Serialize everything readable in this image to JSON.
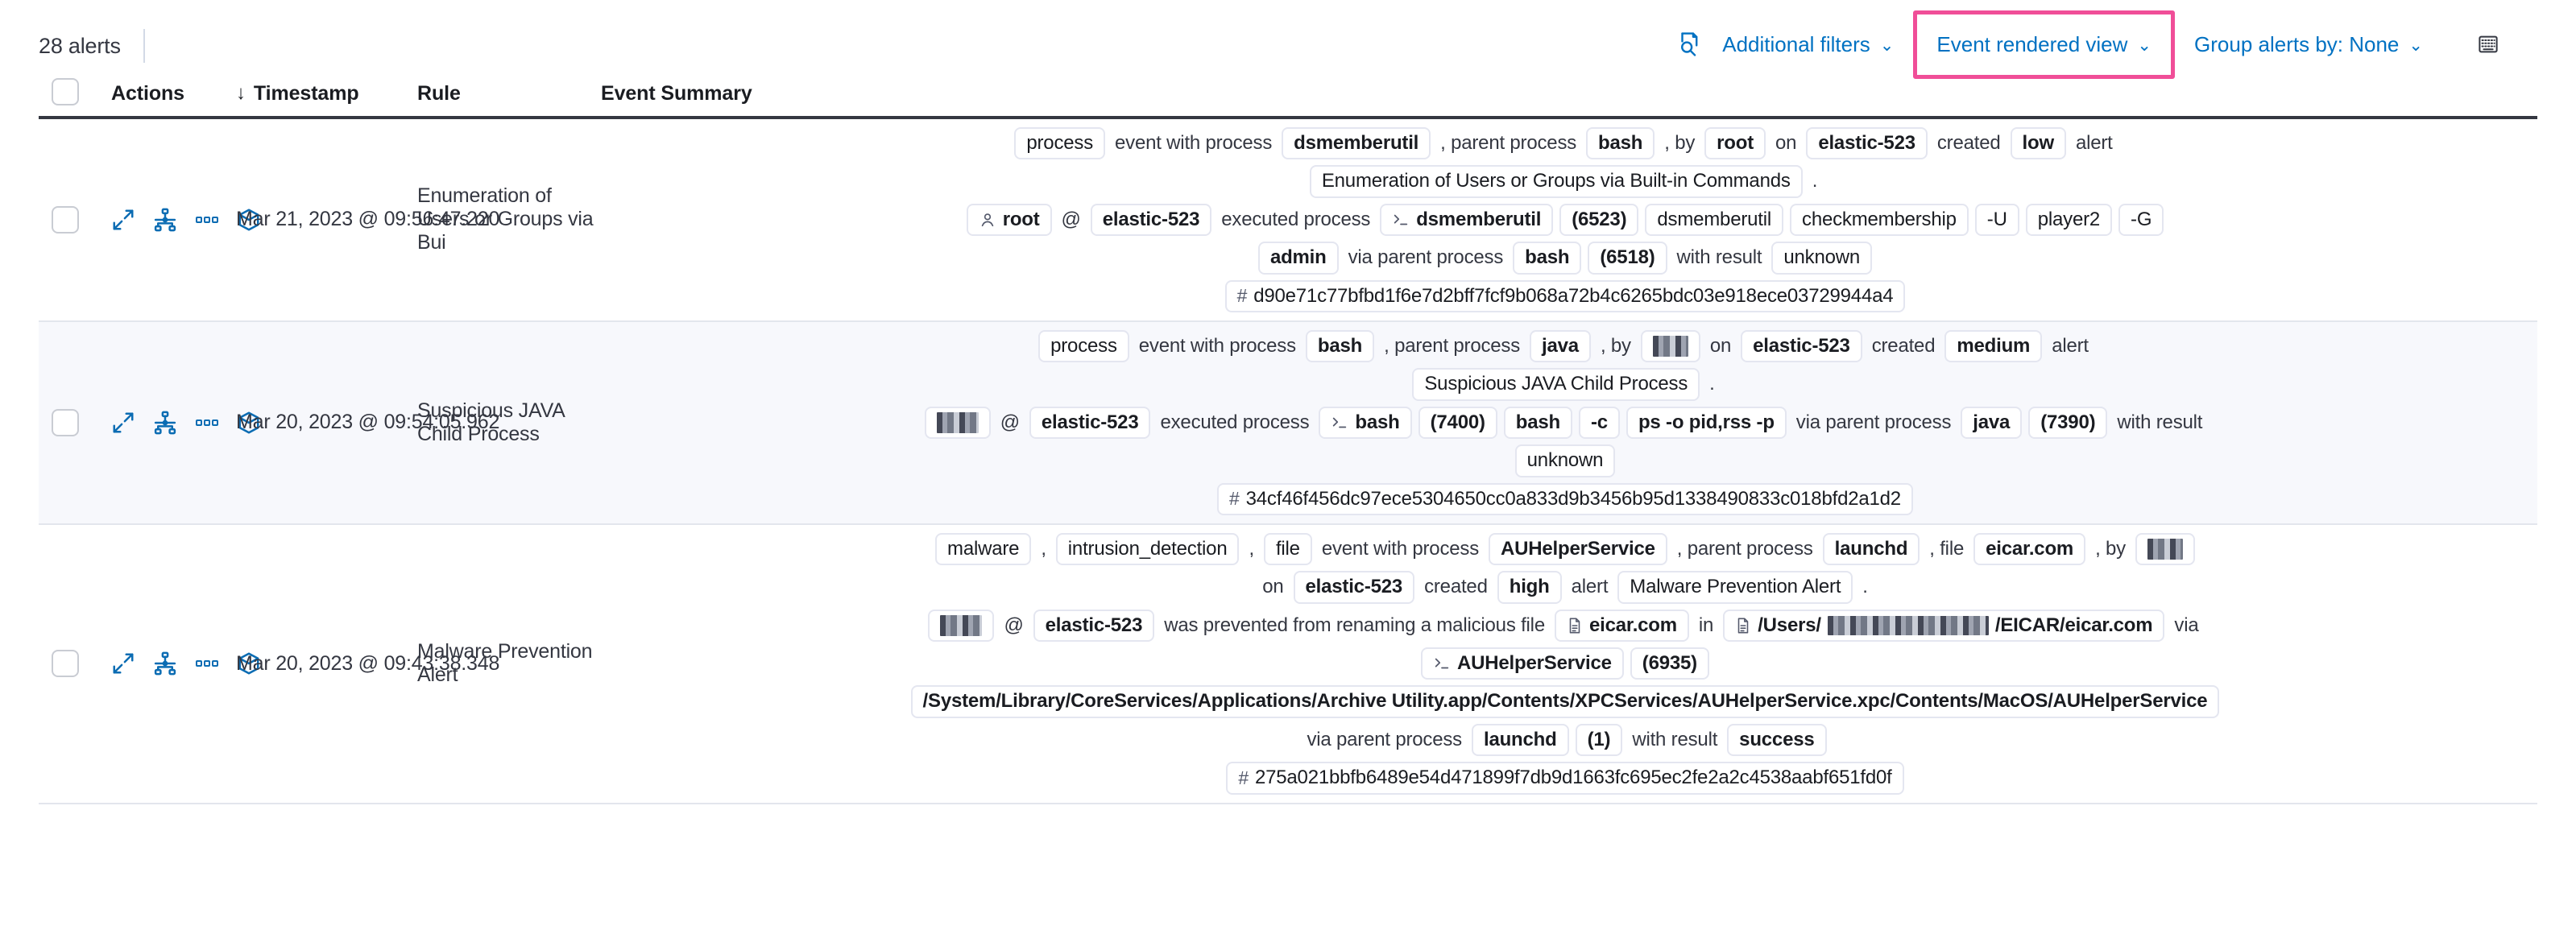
{
  "toolbar": {
    "alerts_count": "28 alerts",
    "additional_filters": "Additional filters",
    "event_rendered_view": "Event rendered view",
    "group_alerts_by": "Group alerts by: None",
    "chevron": "⌄",
    "highlight_color": "#f04e98",
    "link_color": "#0071c2",
    "icons": {
      "inspect": "inspect-icon",
      "keyboard": "keyboard-shortcuts-icon"
    }
  },
  "table": {
    "columns": {
      "select_all": "select-all-checkbox",
      "actions": "Actions",
      "timestamp": "Timestamp",
      "timestamp_sort": "↓",
      "rule": "Rule",
      "event_summary": "Event Summary"
    },
    "row_action_icons": [
      "expand-icon",
      "analyze-event-icon",
      "more-actions-icon",
      "session-view-icon"
    ],
    "rows": [
      {
        "timestamp": "Mar 21, 2023 @ 09:56:47.220",
        "rule": "Enumeration of Users or Groups via Bui",
        "severity": "low",
        "host": "elastic-523",
        "summary_lines": [
          [
            {
              "t": "pill",
              "v": "process"
            },
            {
              "t": "txt",
              "v": "event with process"
            },
            {
              "t": "pill",
              "v": "dsmemberutil",
              "bold": true
            },
            {
              "t": "txt",
              "v": ", parent process"
            },
            {
              "t": "pill",
              "v": "bash",
              "bold": true
            },
            {
              "t": "txt",
              "v": ", by"
            },
            {
              "t": "pill",
              "v": "root",
              "bold": true
            },
            {
              "t": "txt",
              "v": "on"
            },
            {
              "t": "pill",
              "v": "elastic-523",
              "bold": true
            },
            {
              "t": "txt",
              "v": "created"
            },
            {
              "t": "pill",
              "v": "low",
              "bold": true
            },
            {
              "t": "txt",
              "v": "alert"
            }
          ],
          [
            {
              "t": "pill",
              "v": "Enumeration of Users or Groups via Built-in Commands"
            },
            {
              "t": "txt",
              "v": "."
            }
          ],
          [
            {
              "t": "pill",
              "v": "root",
              "icon": "user-icon",
              "bold": true
            },
            {
              "t": "txt",
              "v": "@"
            },
            {
              "t": "pill",
              "v": "elastic-523",
              "bold": true
            },
            {
              "t": "txt",
              "v": "executed process"
            },
            {
              "t": "pill",
              "v": "dsmemberutil",
              "icon": "console-icon",
              "bold": true
            },
            {
              "t": "pill",
              "v": "(6523)",
              "bold": true
            },
            {
              "t": "pill",
              "v": "dsmemberutil"
            },
            {
              "t": "pill",
              "v": "checkmembership"
            },
            {
              "t": "pill",
              "v": "-U"
            },
            {
              "t": "pill",
              "v": "player2"
            },
            {
              "t": "pill",
              "v": "-G"
            }
          ],
          [
            {
              "t": "pill",
              "v": "admin",
              "bold": true
            },
            {
              "t": "txt",
              "v": "via parent process"
            },
            {
              "t": "pill",
              "v": "bash",
              "bold": true
            },
            {
              "t": "pill",
              "v": "(6518)",
              "bold": true
            },
            {
              "t": "txt",
              "v": "with result"
            },
            {
              "t": "pill",
              "v": "unknown"
            }
          ],
          [
            {
              "t": "pill",
              "v": "d90e71c77bfbd1f6e7d2bff7fcf9b068a72b4c6265bdc03e918ece03729944a4",
              "icon": "hash-icon"
            }
          ]
        ]
      },
      {
        "timestamp": "Mar 20, 2023 @ 09:54:05.962",
        "rule": "Suspicious JAVA Child Process",
        "severity": "medium",
        "host": "elastic-523",
        "summary_lines": [
          [
            {
              "t": "pill",
              "v": "process"
            },
            {
              "t": "txt",
              "v": "event with process"
            },
            {
              "t": "pill",
              "v": "bash",
              "bold": true
            },
            {
              "t": "txt",
              "v": ", parent process"
            },
            {
              "t": "pill",
              "v": "java",
              "bold": true
            },
            {
              "t": "txt",
              "v": ", by"
            },
            {
              "t": "pill",
              "v": "",
              "redact": "w1",
              "bold": true
            },
            {
              "t": "txt",
              "v": "on"
            },
            {
              "t": "pill",
              "v": "elastic-523",
              "bold": true
            },
            {
              "t": "txt",
              "v": "created"
            },
            {
              "t": "pill",
              "v": "medium",
              "bold": true
            },
            {
              "t": "txt",
              "v": "alert"
            }
          ],
          [
            {
              "t": "pill",
              "v": "Suspicious JAVA Child Process"
            },
            {
              "t": "txt",
              "v": "."
            }
          ],
          [
            {
              "t": "pill",
              "v": "",
              "redact": "w2",
              "bold": true
            },
            {
              "t": "txt",
              "v": "@"
            },
            {
              "t": "pill",
              "v": "elastic-523",
              "bold": true
            },
            {
              "t": "txt",
              "v": "executed process"
            },
            {
              "t": "pill",
              "v": "bash",
              "icon": "console-icon",
              "bold": true
            },
            {
              "t": "pill",
              "v": "(7400)",
              "bold": true
            },
            {
              "t": "pill",
              "v": "bash",
              "bold": true
            },
            {
              "t": "pill",
              "v": "-c",
              "bold": true
            },
            {
              "t": "pill",
              "v": "ps -o pid,rss -p",
              "bold": true
            },
            {
              "t": "txt",
              "v": "via parent process"
            },
            {
              "t": "pill",
              "v": "java",
              "bold": true
            },
            {
              "t": "pill",
              "v": "(7390)",
              "bold": true
            },
            {
              "t": "txt",
              "v": "with result"
            }
          ],
          [
            {
              "t": "pill",
              "v": "unknown"
            }
          ],
          [
            {
              "t": "pill",
              "v": "34cf46f456dc97ece5304650cc0a833d9b3456b95d1338490833c018bfd2a1d2",
              "icon": "hash-icon"
            }
          ]
        ]
      },
      {
        "timestamp": "Mar 20, 2023 @ 09:43:38.348",
        "rule": "Malware Prevention Alert",
        "severity": "high",
        "host": "elastic-523",
        "summary_lines": [
          [
            {
              "t": "pill",
              "v": "malware"
            },
            {
              "t": "txt",
              "v": ","
            },
            {
              "t": "pill",
              "v": "intrusion_detection"
            },
            {
              "t": "txt",
              "v": ","
            },
            {
              "t": "pill",
              "v": "file"
            },
            {
              "t": "txt",
              "v": "event with process"
            },
            {
              "t": "pill",
              "v": "AUHelperService",
              "bold": true
            },
            {
              "t": "txt",
              "v": ", parent process"
            },
            {
              "t": "pill",
              "v": "launchd",
              "bold": true
            },
            {
              "t": "txt",
              "v": ", file"
            },
            {
              "t": "pill",
              "v": "eicar.com",
              "bold": true
            },
            {
              "t": "txt",
              "v": ", by"
            },
            {
              "t": "pill",
              "v": "",
              "redact": "w1",
              "bold": true
            }
          ],
          [
            {
              "t": "txt",
              "v": "on"
            },
            {
              "t": "pill",
              "v": "elastic-523",
              "bold": true
            },
            {
              "t": "txt",
              "v": "created"
            },
            {
              "t": "pill",
              "v": "high",
              "bold": true
            },
            {
              "t": "txt",
              "v": "alert"
            },
            {
              "t": "pill",
              "v": "Malware Prevention Alert"
            },
            {
              "t": "txt",
              "v": "."
            }
          ],
          [
            {
              "t": "pill",
              "v": "",
              "redact": "w2",
              "bold": true
            },
            {
              "t": "txt",
              "v": "@"
            },
            {
              "t": "pill",
              "v": "elastic-523",
              "bold": true
            },
            {
              "t": "txt",
              "v": "was prevented from renaming a malicious file"
            },
            {
              "t": "pill",
              "v": "eicar.com",
              "icon": "file-icon",
              "bold": true
            },
            {
              "t": "txt",
              "v": "in"
            },
            {
              "t": "pill",
              "v": "/Users/",
              "suffix": "/EICAR/eicar.com",
              "redactmid": "w3",
              "icon": "file-icon",
              "bold": true
            },
            {
              "t": "txt",
              "v": "via"
            }
          ],
          [
            {
              "t": "pill",
              "v": "AUHelperService",
              "icon": "console-icon",
              "bold": true
            },
            {
              "t": "pill",
              "v": "(6935)",
              "bold": true
            }
          ],
          [
            {
              "t": "pill",
              "v": "/System/Library/CoreServices/Applications/Archive Utility.app/Contents/XPCServices/AUHelperService.xpc/Contents/MacOS/AUHelperService",
              "bold": true
            }
          ],
          [
            {
              "t": "txt",
              "v": "via parent process"
            },
            {
              "t": "pill",
              "v": "launchd",
              "bold": true
            },
            {
              "t": "pill",
              "v": "(1)",
              "bold": true
            },
            {
              "t": "txt",
              "v": "with result"
            },
            {
              "t": "pill",
              "v": "success",
              "bold": true
            }
          ],
          [
            {
              "t": "pill",
              "v": "275a021bbfb6489e54d471899f7db9d1663fc695ec2fe2a2c4538aabf651fd0f",
              "icon": "hash-icon"
            }
          ]
        ]
      }
    ]
  }
}
